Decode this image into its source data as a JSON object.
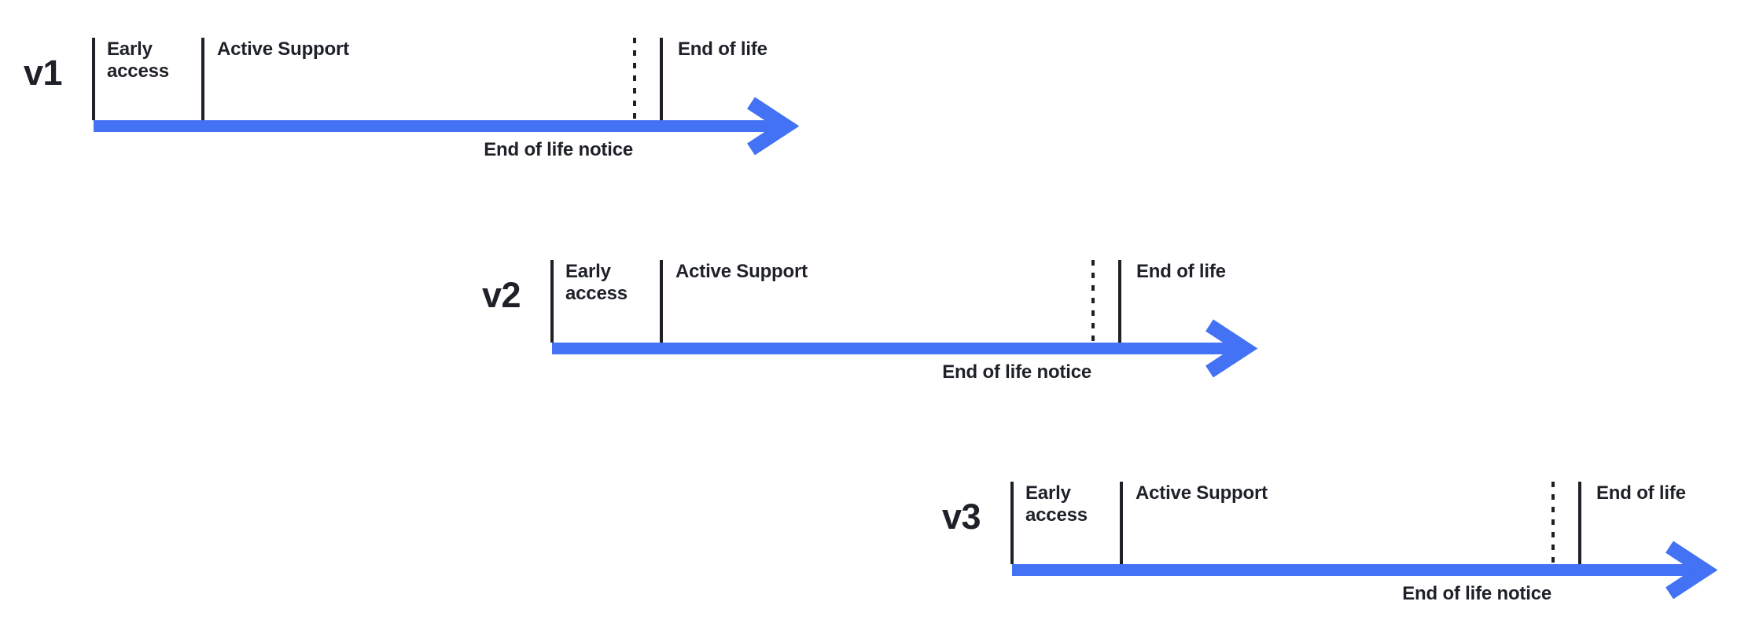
{
  "diagram": {
    "description_colors": {
      "accent_blue": "#4372F4",
      "ink": "#1E2127",
      "background": "#FFFFFF"
    },
    "timelines": [
      {
        "version": "v1",
        "early_access_label": "Early access",
        "active_support_label": "Active Support",
        "end_of_life_label": "End of life",
        "end_of_life_notice_label": "End of life notice"
      },
      {
        "version": "v2",
        "early_access_label": "Early access",
        "active_support_label": "Active Support",
        "end_of_life_label": "End of life",
        "end_of_life_notice_label": "End of life notice"
      },
      {
        "version": "v3",
        "early_access_label": "Early access",
        "active_support_label": "Active Support",
        "end_of_life_label": "End of life",
        "end_of_life_notice_label": "End of life notice"
      }
    ]
  }
}
